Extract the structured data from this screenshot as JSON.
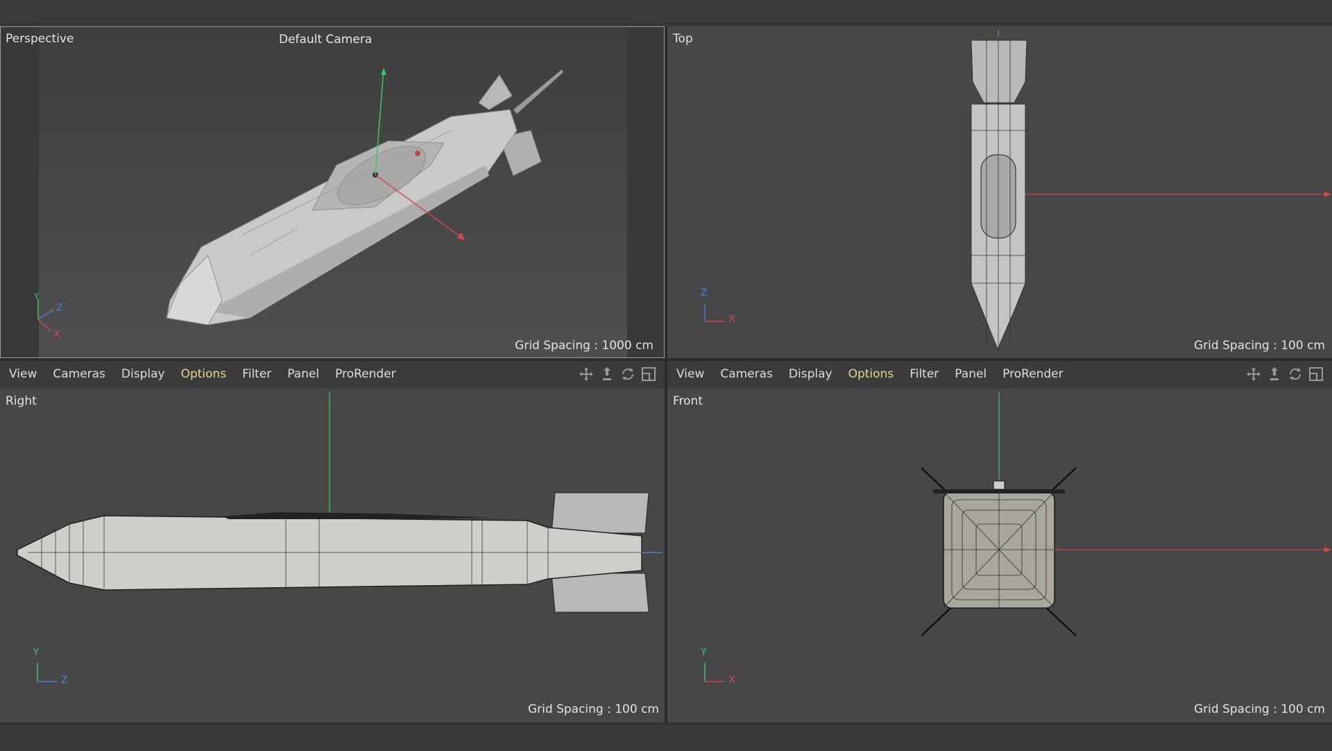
{
  "viewports": {
    "perspective": {
      "label": "Perspective",
      "camera": "Default Camera",
      "grid": "Grid Spacing : 1000 cm"
    },
    "top": {
      "label": "Top",
      "grid": "Grid Spacing : 100 cm"
    },
    "right": {
      "label": "Right",
      "grid": "Grid Spacing : 100 cm"
    },
    "front": {
      "label": "Front",
      "grid": "Grid Spacing : 100 cm"
    }
  },
  "menu": [
    "View",
    "Cameras",
    "Display",
    "Options",
    "Filter",
    "Panel",
    "ProRender"
  ],
  "axes": {
    "x": "X",
    "y": "Y",
    "z": "Z"
  },
  "nav_icons": [
    "move-view-icon",
    "zoom-view-icon",
    "rotate-view-icon",
    "maximize-view-icon"
  ],
  "colors": {
    "x_axis": "#d24a4a",
    "y_axis": "#3fc46e",
    "z_axis": "#4a7fd8",
    "active_menu": "#e8d48a",
    "viewport_bg": "#474747"
  }
}
